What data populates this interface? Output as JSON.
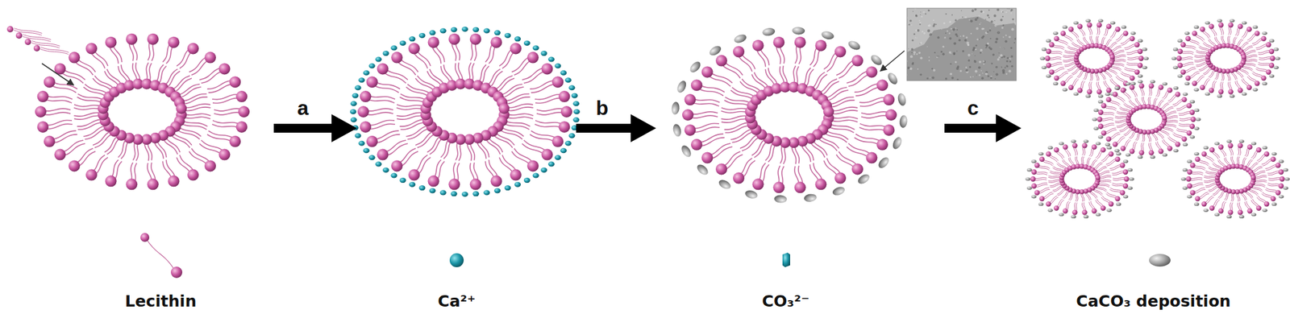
{
  "diagram": {
    "labels": [
      "a",
      "b",
      "c"
    ],
    "legend": [
      {
        "text": "Lecithin"
      },
      {
        "text": "Ca²⁺"
      },
      {
        "text": "CO₃²⁻"
      },
      {
        "text": "CaCO₃ deposition"
      }
    ]
  }
}
